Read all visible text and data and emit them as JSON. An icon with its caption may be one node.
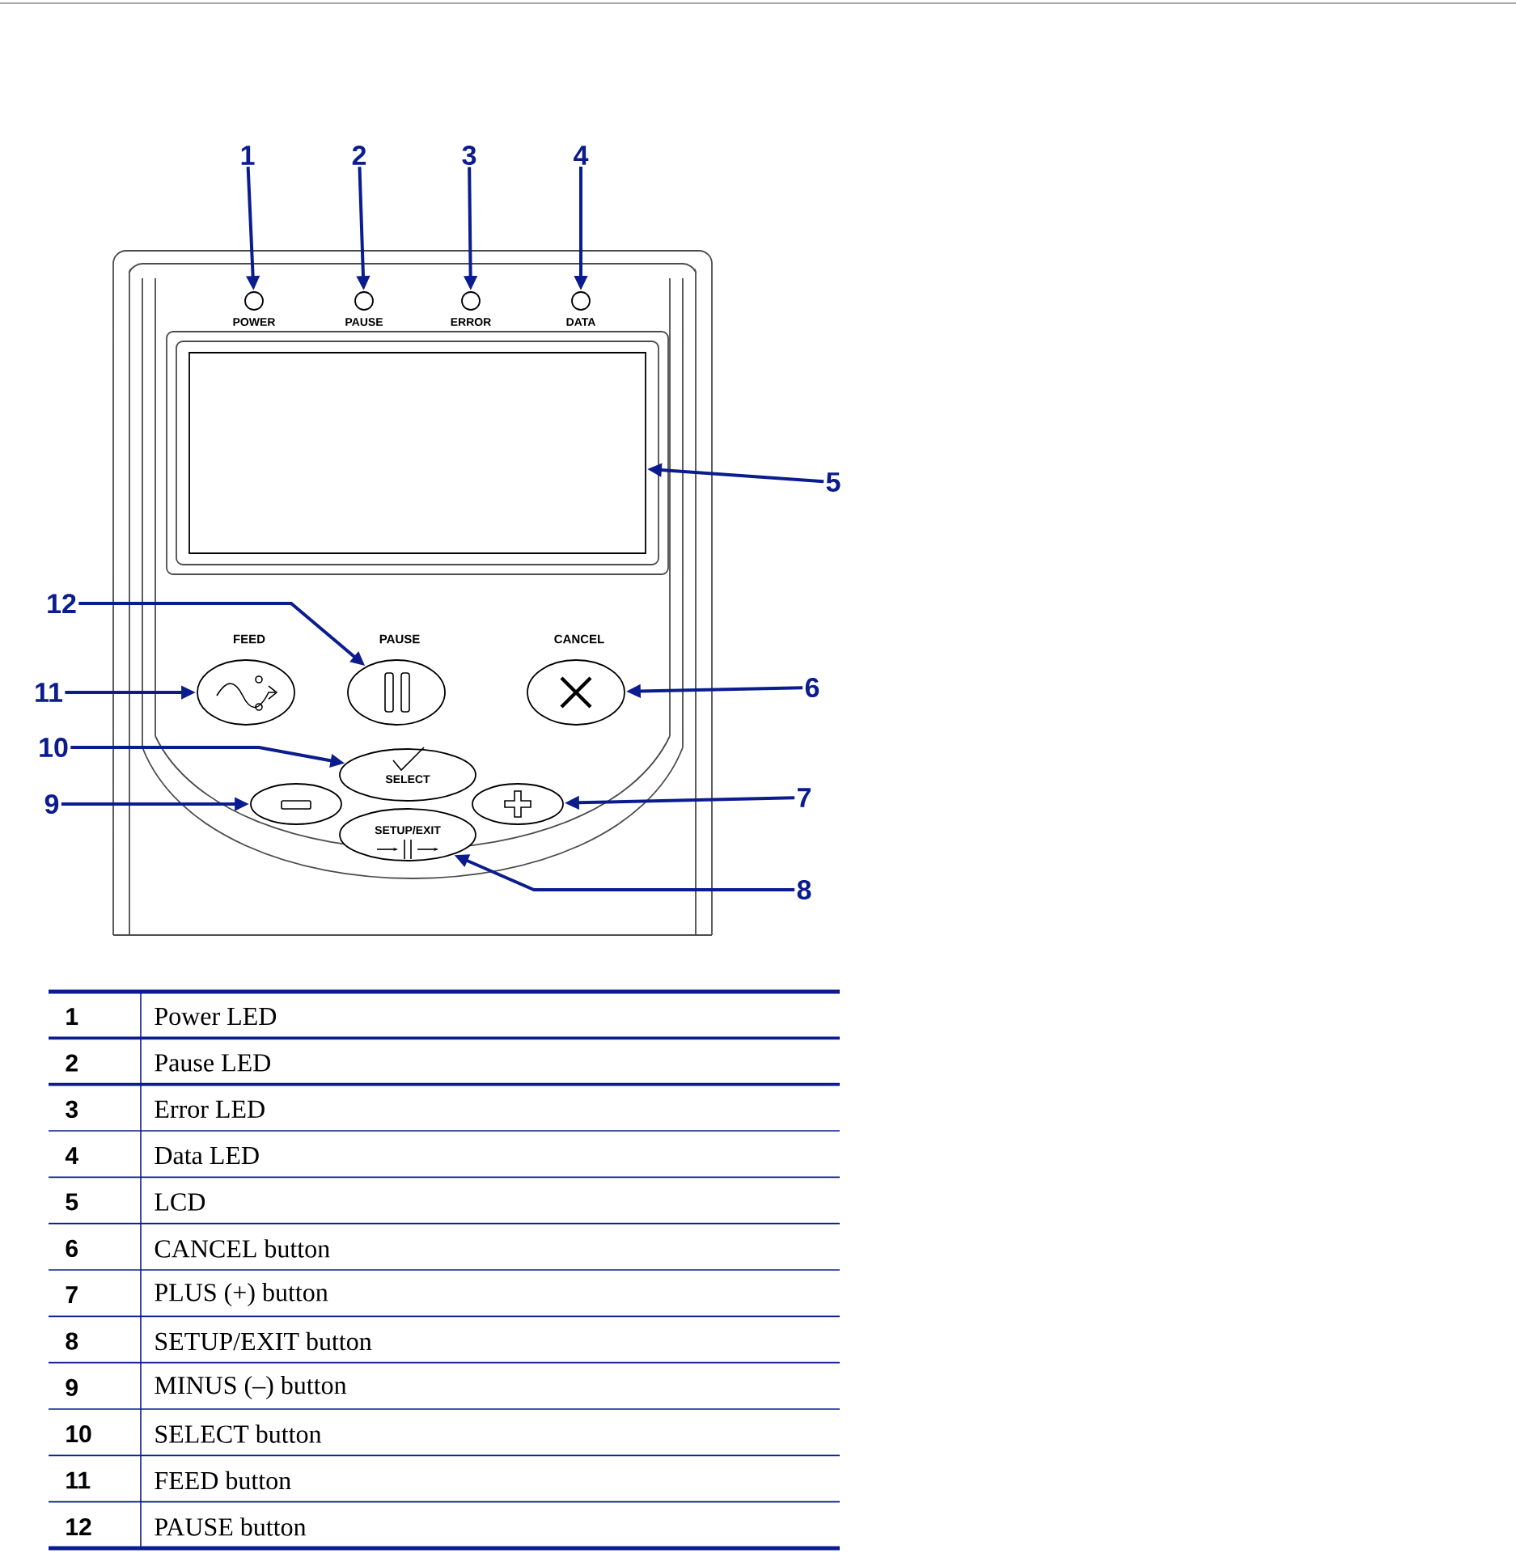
{
  "diagram": {
    "nodes": [
      {
        "text": [
          "1"
        ]
      },
      {
        "text": [
          "2"
        ]
      },
      {
        "text": [
          "3"
        ]
      },
      {
        "text": [
          "4"
        ]
      },
      {
        "text": [
          "5"
        ]
      },
      {
        "text": [
          "6"
        ]
      },
      {
        "text": [
          "7"
        ]
      },
      {
        "text": [
          "8"
        ]
      },
      {
        "text": [
          "9"
        ]
      },
      {
        "text": [
          "10"
        ]
      },
      {
        "text": [
          "11"
        ]
      },
      {
        "text": [
          "12"
        ]
      },
      {
        "text": [
          "POWER"
        ]
      },
      {
        "text": [
          "PAUSE"
        ]
      },
      {
        "text": [
          "ERROR"
        ]
      },
      {
        "text": [
          "DATA"
        ]
      },
      {
        "text": [],
        "shape": "box"
      },
      {
        "text": [
          "CANCEL"
        ]
      },
      {
        "text": [],
        "shape": "ellipse"
      },
      {
        "text": [
          "SETUP/EXIT"
        ]
      },
      {
        "text": [],
        "shape": "ellipse"
      },
      {
        "text": [
          "SELECT"
        ]
      },
      {
        "text": [
          "FEED"
        ]
      },
      {
        "text": [
          "PAUSE"
        ]
      }
    ],
    "edges": [
      {
        "from": 0,
        "to": 12,
        "arrow": "to"
      },
      {
        "from": 1,
        "to": 13,
        "arrow": "to"
      },
      {
        "from": 2,
        "to": 14,
        "arrow": "to"
      },
      {
        "from": 3,
        "to": 15,
        "arrow": "to"
      },
      {
        "from": 4,
        "to": 16,
        "arrow": "to"
      },
      {
        "from": 5,
        "to": 17,
        "arrow": "to"
      },
      {
        "from": 6,
        "to": 20,
        "arrow": "to"
      },
      {
        "from": 7,
        "to": 19,
        "arrow": "to"
      },
      {
        "from": 8,
        "to": 18,
        "arrow": "to"
      },
      {
        "from": 9,
        "to": 21,
        "arrow": "to"
      },
      {
        "from": 10,
        "to": 22,
        "arrow": "to"
      },
      {
        "from": 11,
        "to": 23,
        "arrow": "to"
      }
    ],
    "labels": [
      "1",
      "Power LED",
      "2",
      "Pause LED",
      "3",
      "Error LED",
      "4",
      "Data LED",
      "5",
      "LCD",
      "6",
      "CANCEL button",
      "7",
      "PLUS (+) button",
      "8",
      "SETUP/EXIT button",
      "9",
      "MINUS (–) button",
      "10",
      "SELECT button",
      "11",
      "FEED button",
      "12",
      "PAUSE button"
    ]
  }
}
